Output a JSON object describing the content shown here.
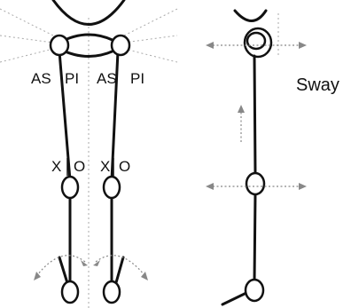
{
  "labels": {
    "left_pelvis": "AS",
    "left_pelvis_b": "PI",
    "right_pelvis": "AS",
    "right_pelvis_b": "PI",
    "left_knee": "X",
    "left_knee_b": "O",
    "right_knee": "X",
    "right_knee_b": "O",
    "sway": "Sway"
  }
}
